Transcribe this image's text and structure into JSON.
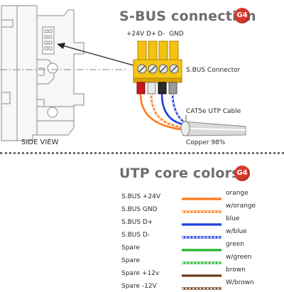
{
  "connection": {
    "title": "S-BUS connection",
    "badge": "G4",
    "pins": [
      "+24V",
      "D+",
      "D-",
      "GND"
    ],
    "connector_label": "S.BUS Connector",
    "cable_label": "CAT5e UTP Cable",
    "copper_label": "Copper 98%",
    "side_view_label": "SIDE VIEW"
  },
  "legend": {
    "title": "UTP core colors",
    "badge": "G4",
    "rows": [
      {
        "signal": "S.BUS +24V",
        "color_name": "orange",
        "hex": "#ff7a1a",
        "style": "solid"
      },
      {
        "signal": "S.BUS  GND",
        "color_name": "w/orange",
        "hex": "#ff7a1a",
        "style": "striped"
      },
      {
        "signal": "S.BUS  D+",
        "color_name": "blue",
        "hex": "#1f3fe0",
        "style": "solid"
      },
      {
        "signal": "S.BUS  D-",
        "color_name": "w/blue",
        "hex": "#1f3fe0",
        "style": "striped"
      },
      {
        "signal": "Spare",
        "color_name": "green",
        "hex": "#22b32a",
        "style": "solid"
      },
      {
        "signal": "Spare",
        "color_name": "w/green",
        "hex": "#22b32a",
        "style": "striped"
      },
      {
        "signal": "Spare +12v",
        "color_name": "brown",
        "hex": "#6b3a18",
        "style": "solid"
      },
      {
        "signal": "Spare -12V",
        "color_name": "W/brown",
        "hex": "#6b3a18",
        "style": "striped"
      }
    ]
  }
}
